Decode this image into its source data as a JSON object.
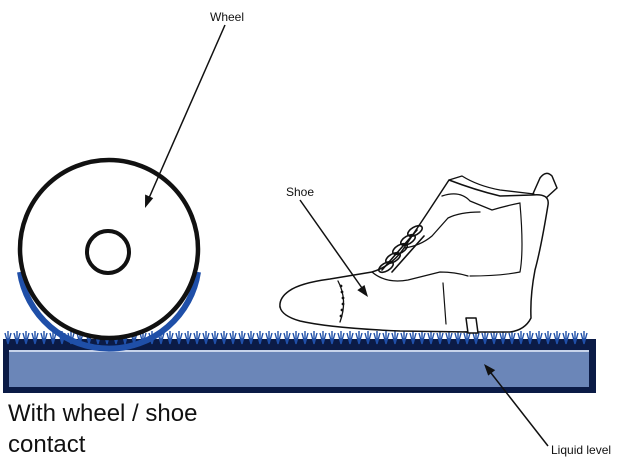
{
  "labels": {
    "wheel": "Wheel",
    "shoe": "Shoe",
    "liquid_level": "Liquid level"
  },
  "caption": {
    "line1": "With wheel / shoe",
    "line2": "contact"
  },
  "colors": {
    "tank_border": "#0b1b46",
    "tank_fill": "#6b86b8",
    "liquid_line": "#c7d3ea",
    "fibers": "#1f4fa8",
    "wheel_contact": "#1f4fa8",
    "ink": "#111111"
  }
}
